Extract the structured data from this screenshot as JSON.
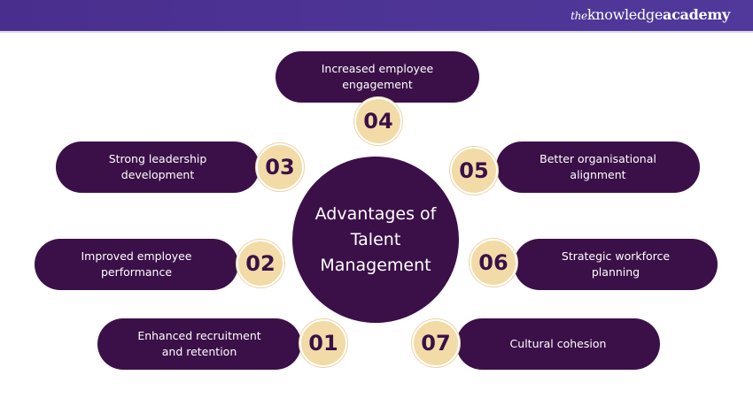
{
  "header": {
    "logo_prefix": "the",
    "logo_main": "knowledge",
    "logo_suffix": "academy"
  },
  "center_title": "Advantages of Talent Management",
  "items": [
    {
      "number": "01",
      "label": "Enhanced recruitment and retention"
    },
    {
      "number": "02",
      "label": "Improved employee performance"
    },
    {
      "number": "03",
      "label": "Strong leadership development"
    },
    {
      "number": "04",
      "label": "Increased employee engagement"
    },
    {
      "number": "05",
      "label": "Better organisational alignment"
    },
    {
      "number": "06",
      "label": "Strategic workforce planning"
    },
    {
      "number": "07",
      "label": "Cultural cohesion"
    }
  ],
  "colors": {
    "pill": "#3b1048",
    "badge": "#f3dba8",
    "header": "#4a2e8e"
  }
}
